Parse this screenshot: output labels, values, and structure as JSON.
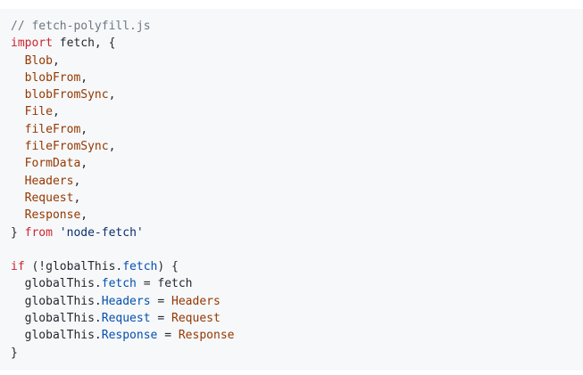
{
  "code": {
    "language": "javascript",
    "filename": "fetch-polyfill.js",
    "colors": {
      "background": "#f6f8fa",
      "default": "#24292f",
      "comment": "#6e7781",
      "keyword": "#cf222e",
      "string": "#0a3069",
      "property": "#0550ae",
      "variable": "#953800"
    },
    "lines": [
      [
        {
          "t": "comment",
          "v": "// fetch-polyfill.js"
        }
      ],
      [
        {
          "t": "keyword",
          "v": "import"
        },
        {
          "t": "default",
          "v": " fetch, {"
        }
      ],
      [
        {
          "t": "default",
          "v": "  "
        },
        {
          "t": "variable",
          "v": "Blob"
        },
        {
          "t": "default",
          "v": ","
        }
      ],
      [
        {
          "t": "default",
          "v": "  "
        },
        {
          "t": "variable",
          "v": "blobFrom"
        },
        {
          "t": "default",
          "v": ","
        }
      ],
      [
        {
          "t": "default",
          "v": "  "
        },
        {
          "t": "variable",
          "v": "blobFromSync"
        },
        {
          "t": "default",
          "v": ","
        }
      ],
      [
        {
          "t": "default",
          "v": "  "
        },
        {
          "t": "variable",
          "v": "File"
        },
        {
          "t": "default",
          "v": ","
        }
      ],
      [
        {
          "t": "default",
          "v": "  "
        },
        {
          "t": "variable",
          "v": "fileFrom"
        },
        {
          "t": "default",
          "v": ","
        }
      ],
      [
        {
          "t": "default",
          "v": "  "
        },
        {
          "t": "variable",
          "v": "fileFromSync"
        },
        {
          "t": "default",
          "v": ","
        }
      ],
      [
        {
          "t": "default",
          "v": "  "
        },
        {
          "t": "variable",
          "v": "FormData"
        },
        {
          "t": "default",
          "v": ","
        }
      ],
      [
        {
          "t": "default",
          "v": "  "
        },
        {
          "t": "variable",
          "v": "Headers"
        },
        {
          "t": "default",
          "v": ","
        }
      ],
      [
        {
          "t": "default",
          "v": "  "
        },
        {
          "t": "variable",
          "v": "Request"
        },
        {
          "t": "default",
          "v": ","
        }
      ],
      [
        {
          "t": "default",
          "v": "  "
        },
        {
          "t": "variable",
          "v": "Response"
        },
        {
          "t": "default",
          "v": ","
        }
      ],
      [
        {
          "t": "default",
          "v": "} "
        },
        {
          "t": "keyword",
          "v": "from"
        },
        {
          "t": "default",
          "v": " "
        },
        {
          "t": "string",
          "v": "'node-fetch'"
        }
      ],
      [],
      [
        {
          "t": "keyword",
          "v": "if"
        },
        {
          "t": "default",
          "v": " (!globalThis."
        },
        {
          "t": "property",
          "v": "fetch"
        },
        {
          "t": "default",
          "v": ") {"
        }
      ],
      [
        {
          "t": "default",
          "v": "  globalThis."
        },
        {
          "t": "property",
          "v": "fetch"
        },
        {
          "t": "default",
          "v": " = fetch"
        }
      ],
      [
        {
          "t": "default",
          "v": "  globalThis."
        },
        {
          "t": "property",
          "v": "Headers"
        },
        {
          "t": "default",
          "v": " = "
        },
        {
          "t": "variable",
          "v": "Headers"
        }
      ],
      [
        {
          "t": "default",
          "v": "  globalThis."
        },
        {
          "t": "property",
          "v": "Request"
        },
        {
          "t": "default",
          "v": " = "
        },
        {
          "t": "variable",
          "v": "Request"
        }
      ],
      [
        {
          "t": "default",
          "v": "  globalThis."
        },
        {
          "t": "property",
          "v": "Response"
        },
        {
          "t": "default",
          "v": " = "
        },
        {
          "t": "variable",
          "v": "Response"
        }
      ],
      [
        {
          "t": "default",
          "v": "}"
        }
      ]
    ]
  }
}
